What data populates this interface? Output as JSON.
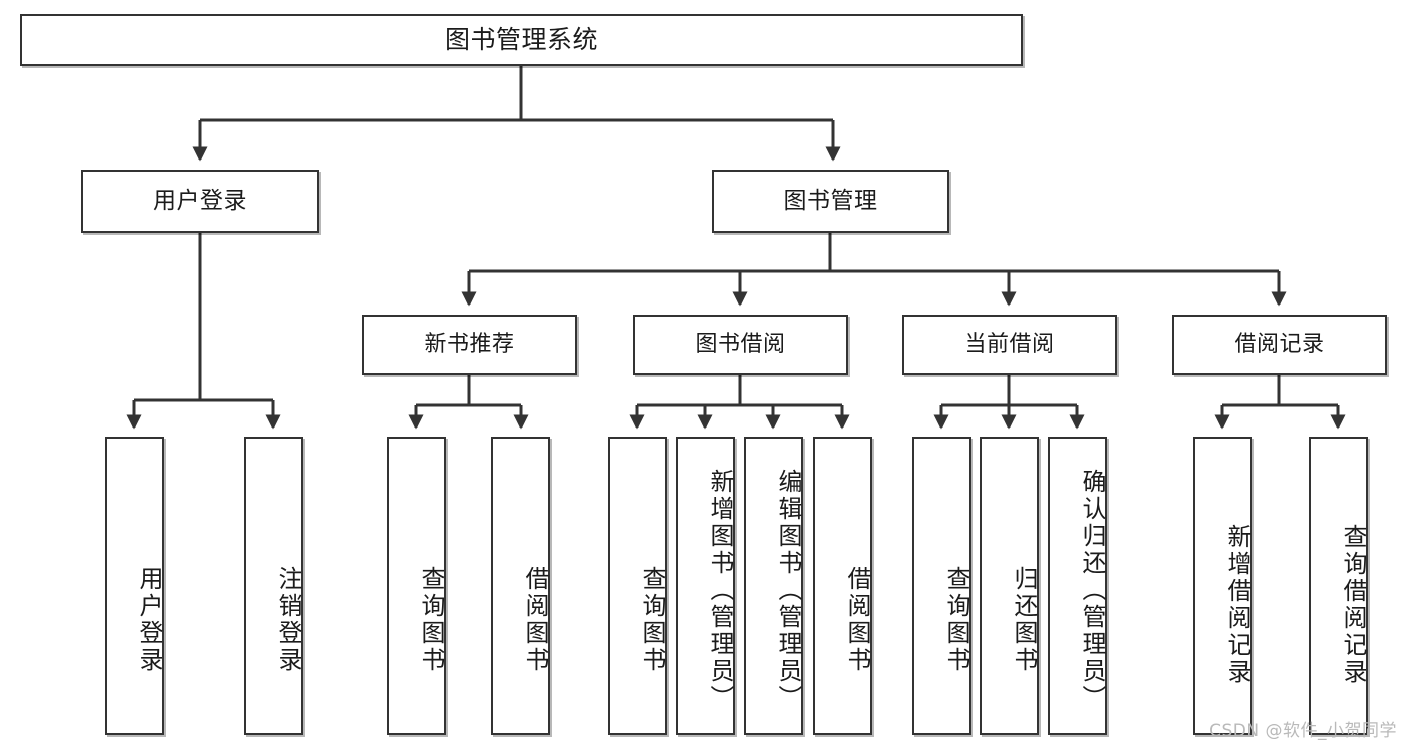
{
  "diagram": {
    "title": "图书管理系统",
    "type": "hierarchy-tree",
    "watermark": "CSDN @软件_小贺同学",
    "colors": {
      "box_border": "#333333",
      "box_fill": "#ffffff",
      "edge": "#333333",
      "text": "#1b1b1b",
      "watermark": "#b9b9b9"
    },
    "levels": {
      "root": "图书管理系统",
      "level2": [
        "用户登录",
        "图书管理"
      ],
      "level3": [
        "新书推荐",
        "图书借阅",
        "当前借阅",
        "借阅记录"
      ]
    },
    "nodes": {
      "root": {
        "label": "图书管理系统"
      },
      "user_login": {
        "label": "用户登录"
      },
      "book_manage": {
        "label": "图书管理"
      },
      "new_book_rec": {
        "label": "新书推荐"
      },
      "book_borrow": {
        "label": "图书借阅"
      },
      "current_borrow": {
        "label": "当前借阅"
      },
      "borrow_record": {
        "label": "借阅记录"
      },
      "leaf_user_login": {
        "label": "用户登录"
      },
      "leaf_logout": {
        "label": "注销登录"
      },
      "leaf_query_book_1": {
        "label": "查询图书"
      },
      "leaf_borrow_book_1": {
        "label": "借阅图书"
      },
      "leaf_query_book_2": {
        "label": "查询图书"
      },
      "leaf_add_book": {
        "label": "新增图书（管理员）"
      },
      "leaf_edit_book": {
        "label": "编辑图书（管理员）"
      },
      "leaf_borrow_book_2": {
        "label": "借阅图书"
      },
      "leaf_query_book_3": {
        "label": "查询图书"
      },
      "leaf_return_book": {
        "label": "归还图书"
      },
      "leaf_confirm_return": {
        "label": "确认归还（管理员）"
      },
      "leaf_add_record": {
        "label": "新增借阅记录"
      },
      "leaf_query_record": {
        "label": "查询借阅记录"
      }
    },
    "tree": [
      {
        "label": "用户登录",
        "children": [
          "用户登录",
          "注销登录"
        ]
      },
      {
        "label": "图书管理",
        "children": [
          {
            "label": "新书推荐",
            "children": [
              "查询图书",
              "借阅图书"
            ]
          },
          {
            "label": "图书借阅",
            "children": [
              "查询图书",
              "新增图书（管理员）",
              "编辑图书（管理员）",
              "借阅图书"
            ]
          },
          {
            "label": "当前借阅",
            "children": [
              "查询图书",
              "归还图书",
              "确认归还（管理员）"
            ]
          },
          {
            "label": "借阅记录",
            "children": [
              "新增借阅记录",
              "查询借阅记录"
            ]
          }
        ]
      }
    ]
  }
}
